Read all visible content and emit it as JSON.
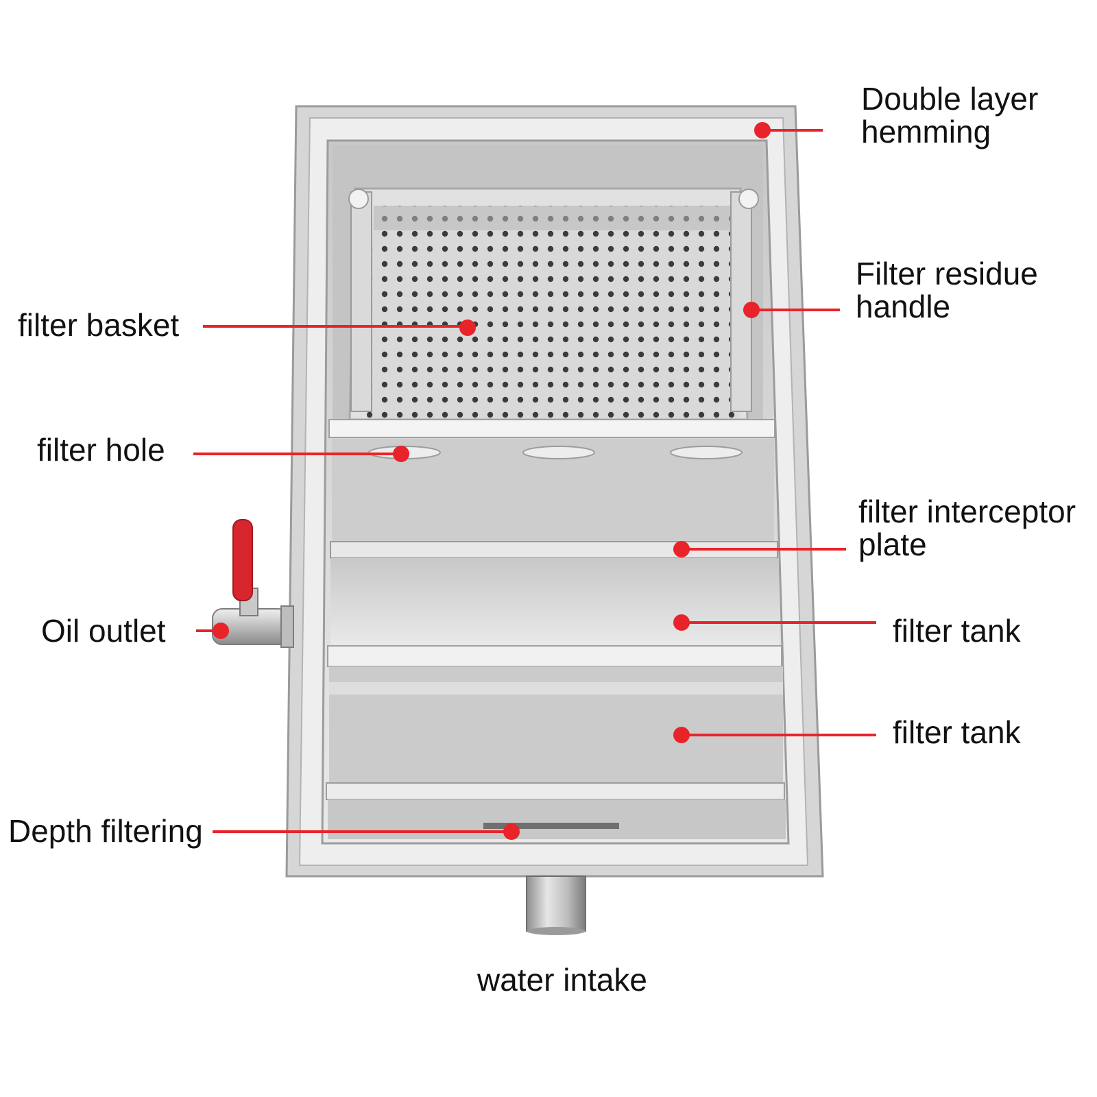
{
  "labels": {
    "double_layer": {
      "line1": "Double layer",
      "line2": "hemming"
    },
    "filter_residue_handle": {
      "line1": "Filter residue",
      "line2": "handle"
    },
    "filter_basket": "filter basket",
    "filter_hole": "filter hole",
    "filter_interceptor_plate": {
      "line1": "filter interceptor",
      "line2": "plate"
    },
    "oil_outlet": "Oil outlet",
    "filter_tank_1": "filter tank",
    "filter_tank_2": "filter tank",
    "depth_filtering": "Depth filtering",
    "water_intake": "water intake"
  },
  "colors": {
    "leader": "#e8242a",
    "steel_light": "#ececec",
    "steel_mid": "#c9c9c9",
    "steel_dark": "#8f8f8f",
    "valve_red": "#d8262e"
  },
  "icons": [
    "valve-icon",
    "perforated-basket"
  ]
}
